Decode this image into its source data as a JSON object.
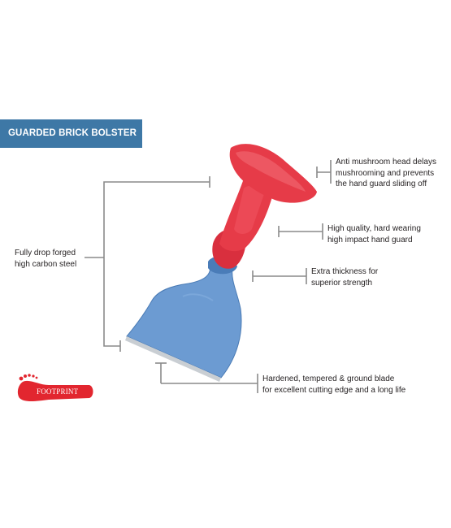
{
  "header": {
    "title": "GUARDED BRICK BOLSTER"
  },
  "callouts": {
    "anti_mushroom": {
      "line1": "Anti mushroom head delays",
      "line2": "mushrooming and prevents",
      "line3": "the hand guard sliding off"
    },
    "hand_guard": {
      "line1": "High quality, hard wearing",
      "line2": "high impact hand guard"
    },
    "thickness": {
      "line1": "Extra thickness for",
      "line2": "superior strength"
    },
    "blade": {
      "line1": "Hardened, tempered & ground blade",
      "line2": "for excellent cutting edge and a long life"
    },
    "steel": {
      "line1": "Fully drop forged",
      "line2": "high carbon steel"
    }
  },
  "brand": {
    "logo_text": "FOOTPRINT"
  },
  "colors": {
    "banner": "#3e78a6",
    "guard_red": "#e63b48",
    "blade_blue": "#6c9bd2",
    "leader_gray": "#8a8a8a",
    "logo_red": "#e2262f"
  }
}
